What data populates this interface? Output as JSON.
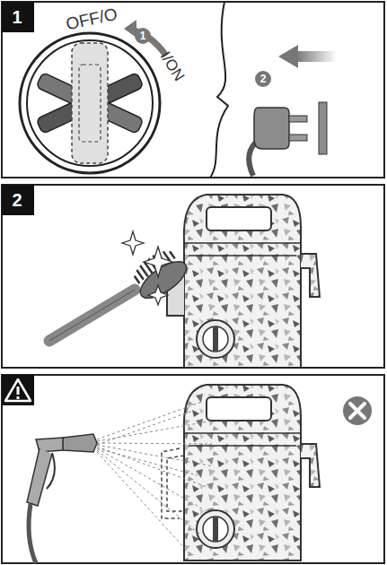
{
  "diagram": {
    "labels": [
      "1",
      "OFF/O",
      "1",
      "I/ON",
      "2",
      "2"
    ]
  }
}
